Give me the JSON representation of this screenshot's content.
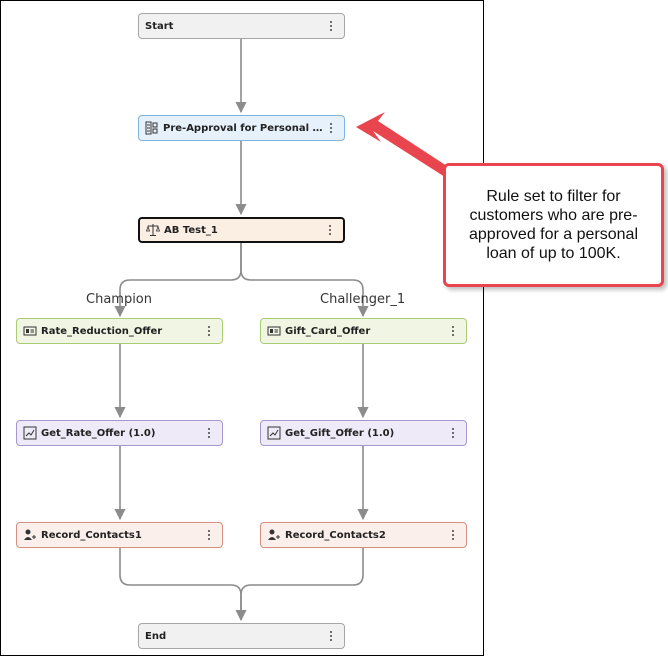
{
  "diagram": {
    "nodes": {
      "start": {
        "label": "Start",
        "icon": "none"
      },
      "pre_approval": {
        "label": "Pre-Approval for Personal Lo...",
        "icon": "rule-set-icon"
      },
      "ab_test": {
        "label": "AB Test_1",
        "icon": "balance-scale-icon"
      },
      "rate_reduction": {
        "label": "Rate_Reduction_Offer",
        "icon": "treatment-icon"
      },
      "gift_card": {
        "label": "Gift_Card_Offer",
        "icon": "treatment-icon"
      },
      "get_rate": {
        "label": "Get_Rate_Offer (1.0)",
        "icon": "code-node-icon"
      },
      "get_gift": {
        "label": "Get_Gift_Offer (1.0)",
        "icon": "code-node-icon"
      },
      "record1": {
        "label": "Record_Contacts1",
        "icon": "record-contacts-icon"
      },
      "record2": {
        "label": "Record_Contacts2",
        "icon": "record-contacts-icon"
      },
      "end": {
        "label": "End",
        "icon": "none"
      }
    },
    "branches": {
      "left": "Champion",
      "right": "Challenger_1"
    }
  },
  "callout": {
    "text": "Rule set to filter for customers who are pre-approved for a personal loan of up to 100K.",
    "border_color": "#e8454e"
  },
  "colors": {
    "connector": "#8c8c8c",
    "blue_node": "#e6f1fb",
    "ab_node": "#fbeee3",
    "green_node": "#f1f6e4",
    "purple_node": "#efeaf8",
    "red_node": "#fbefec",
    "arrow": "#e8454e"
  }
}
